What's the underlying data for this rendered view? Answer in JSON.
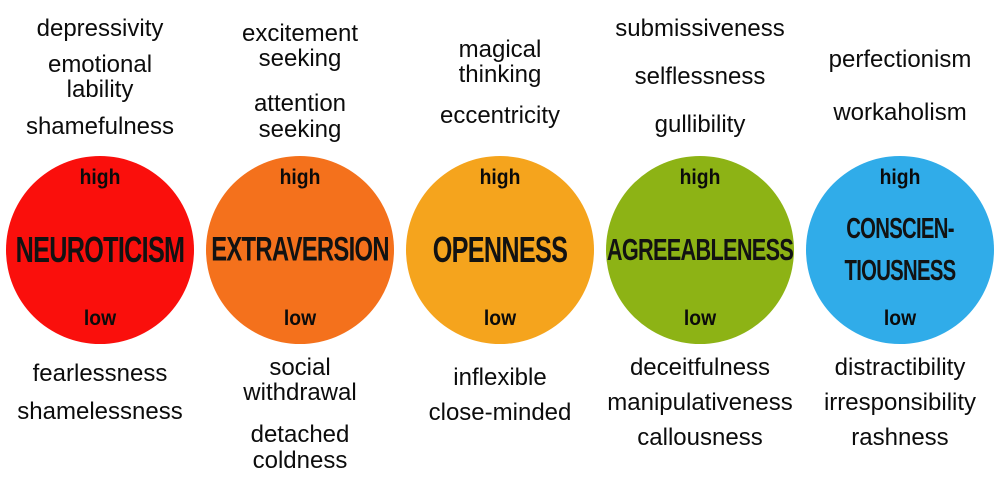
{
  "figure": {
    "description": "Big Five personality traits diagram: five colored circles with trait names, high expressions above and low expressions below"
  },
  "traits": [
    {
      "name": "NEUROTICISM",
      "color": "#fa0f0c",
      "high_label": "high",
      "low_label": "low",
      "high_traits": [
        "depressivity",
        "emotional\nlability",
        "shamefulness"
      ],
      "low_traits": [
        "fearlessness",
        "shamelessness"
      ]
    },
    {
      "name": "EXTRAVERSION",
      "color": "#f4711c",
      "high_label": "high",
      "low_label": "low",
      "high_traits": [
        "excitement\nseeking",
        "attention\nseeking"
      ],
      "low_traits": [
        "social\nwithdrawal",
        "detached\ncoldness"
      ]
    },
    {
      "name": "OPENNESS",
      "color": "#f5a41d",
      "high_label": "high",
      "low_label": "low",
      "high_traits": [
        "magical\nthinking",
        "eccentricity"
      ],
      "low_traits": [
        "inflexible",
        "close-minded"
      ]
    },
    {
      "name": "AGREEABLENESS",
      "color": "#8db315",
      "high_label": "high",
      "low_label": "low",
      "high_traits": [
        "submissiveness",
        "selflessness",
        "gullibility"
      ],
      "low_traits": [
        "deceitfulness",
        "manipulativeness",
        "callousness"
      ]
    },
    {
      "name": "CONSCIEN-\nTIOUSNESS",
      "color": "#30ace9",
      "high_label": "high",
      "low_label": "low",
      "high_traits": [
        "perfectionism",
        "workaholism"
      ],
      "low_traits": [
        "distractibility",
        "irresponsibility",
        "rashness"
      ]
    }
  ]
}
